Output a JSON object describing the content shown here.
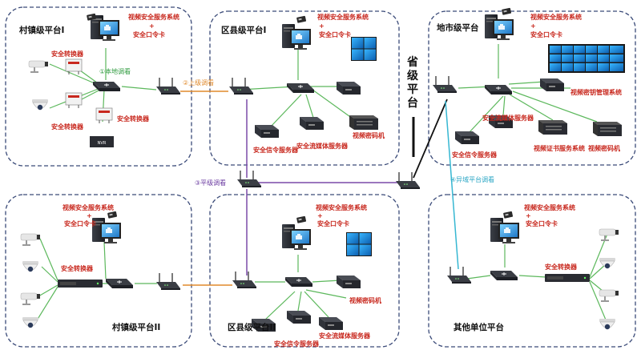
{
  "panels": {
    "village1": "村镇级平台I",
    "district1": "区县级平台I",
    "city": "地市级平台",
    "village2": "村镇级平台II",
    "district2": "区县级平台II",
    "other": "其他单位平台"
  },
  "province": [
    "省",
    "级",
    "平",
    "台"
  ],
  "labels": {
    "video_security_system": "视频安全服务系统",
    "plus": "+",
    "security_token": "安全口令卡",
    "security_converter": "安全转换器",
    "signaling_server": "安全信令服务器",
    "stream_server": "安全流媒体服务器",
    "video_cipher": "视频密码机",
    "key_mgmt": "视频密钥管理系统",
    "cert_server": "视频证书服务系统",
    "nvr": "NVR"
  },
  "flows": {
    "local": "①本地调看",
    "upper": "②上级调看",
    "peer": "③平级调看",
    "cross": "④异域平台调看"
  },
  "colors": {
    "dash_border": "#3a4a78",
    "green_link": "#5cb85c",
    "orange_link": "#e08a2c",
    "purple_link": "#7a4aa8",
    "cyan_link": "#36b7d2",
    "red_text": "#c8281e"
  }
}
